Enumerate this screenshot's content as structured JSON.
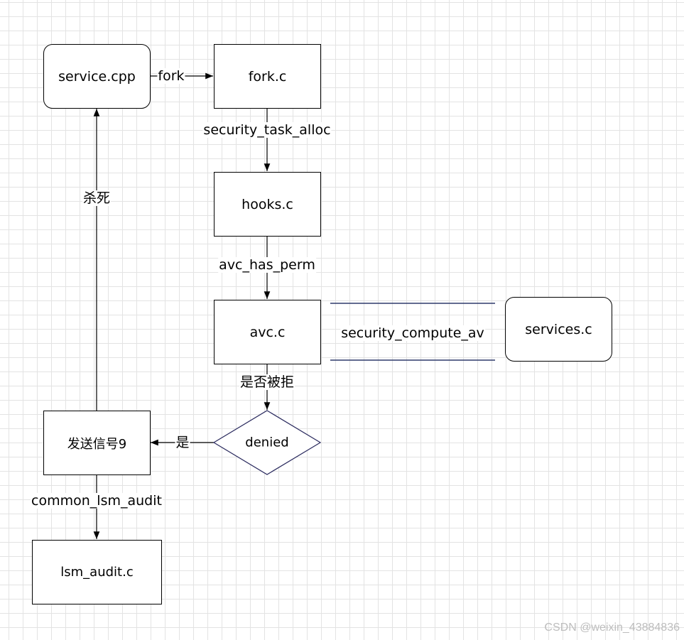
{
  "nodes": {
    "service_cpp": "service.cpp",
    "fork_c": "fork.c",
    "hooks_c": "hooks.c",
    "avc_c": "avc.c",
    "services_c": "services.c",
    "denied": "denied",
    "send_signal": "发送信号9",
    "lsm_audit_c": "lsm_audit.c"
  },
  "edges": {
    "fork": "fork",
    "security_task_alloc": "security_task_alloc",
    "avc_has_perm": "avc_has_perm",
    "security_compute_av": "security_compute_av",
    "is_denied": "是否被拒",
    "yes": "是",
    "kill": "杀死",
    "common_lsm_audit": "common_lsm_audit"
  },
  "colors": {
    "grid": "#e3e3e3",
    "stroke": "#000000",
    "diamond_stroke": "#2a2a5e",
    "bar": "#2e3a6b",
    "watermark": "#bdbdbd"
  },
  "watermark": "CSDN @weixin_43884836"
}
